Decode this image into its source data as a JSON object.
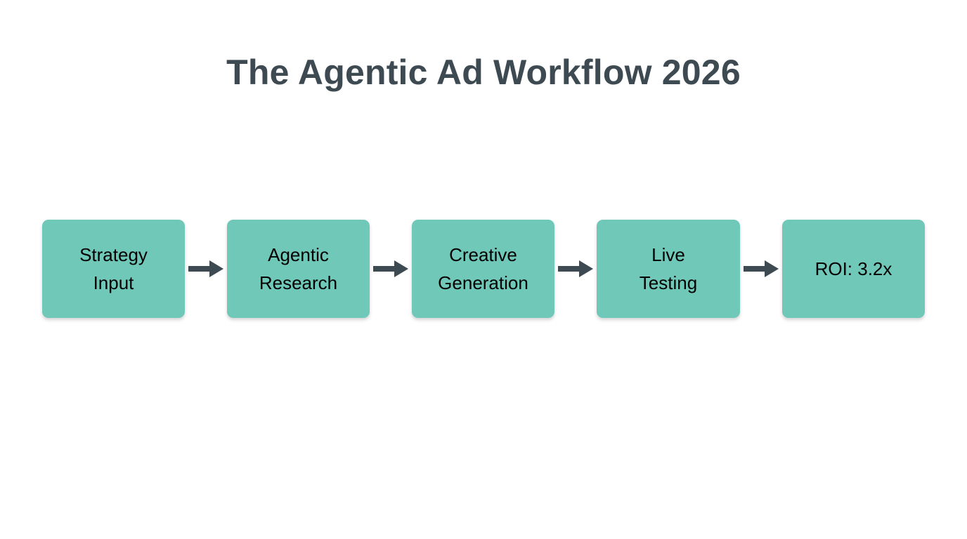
{
  "slide": {
    "title": "The Agentic Ad Workflow 2026",
    "background_color": "#FFFFFF",
    "title_color": "#3E4A52"
  },
  "diagram": {
    "type": "horizontal-flow",
    "node_fill_color": "#6FC8B8",
    "node_text_color": "#000000",
    "arrow_color": "#3E4A52",
    "nodes": [
      {
        "label": "Strategy\nInput",
        "name": "strategy-input"
      },
      {
        "label": "Agentic\nResearch",
        "name": "agentic-research"
      },
      {
        "label": "Creative\nGeneration",
        "name": "creative-generation"
      },
      {
        "label": "Live\nTesting",
        "name": "live-testing"
      },
      {
        "label": "ROI: 3.2x",
        "name": "roi-result"
      }
    ],
    "connectors": [
      {
        "icon": "arrow-right-icon"
      },
      {
        "icon": "arrow-right-icon"
      },
      {
        "icon": "arrow-right-icon"
      },
      {
        "icon": "arrow-right-icon"
      }
    ]
  }
}
